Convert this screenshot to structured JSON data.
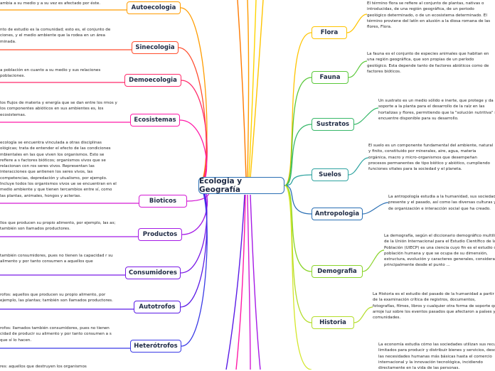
{
  "central": "Ecologia y Geografía",
  "left_topics": [
    {
      "label": "Autoecologia",
      "note": "ambia a su medio y a su vez es afectado por éste."
    },
    {
      "label": "Sinecologia",
      "note": "nto de estudio es la comunidad; esto es, el conjunto de ciones, y el medio ambiente que la rodea en un área minada."
    },
    {
      "label": "Demoecologia",
      "note": "a población en cuanto a su medio y sus relaciones poblaciones."
    },
    {
      "label": "Ecosistemas",
      "note": "los flujos de materia y energía que se dan entre los rmos y los componentes abióticos en sus ambientes es, los ecosistemas."
    },
    {
      "label": "Bioticos",
      "note": "ecología se encuentra vinculada a otras disciplinas ológicas; trata de entender el efecto de las condiciones mbientales en las que viven los organismos. Esto se refiere a s factores bióticos; organismos vivos que se relacionan con ros seres vivos. Representan las interacciones que antienen los seres vivos, las competencias, depredación y utualismo, por ejemplo. Incluye todos los organismos vivos ue se encuentran en el medio ambiente y que tienen tercambios entre sí, como las plantas, animales, hongos y acterias."
    },
    {
      "label": "Productos",
      "note": "llos que producen su propio alimento, por ejemplo, las as; también son llamados productores."
    },
    {
      "label": "Consumidores",
      "note": "también consumidores, pues no tienen la capacidad r su alimento y por tanto consumen a aquellos que"
    },
    {
      "label": "Autotrofos",
      "note": "rofos: aquellos que producen su propio alimento, por ejemplo, las plantas; también son llamados productores."
    },
    {
      "label": "Heterótrofos",
      "note": "rofos: llamados también consumidores, pues no tienen cidad de producir su alimento y por tanto consumen a s que sí lo hacen."
    },
    {
      "label": "",
      "note": "res: aquellos que destruyen los organismos"
    }
  ],
  "right_topics": [
    {
      "label": "Flora",
      "note": "El término flora se refiere al conjunto de plantas, nativas o introducidas, de una región geográfica, de un periodo geológico determinado, o de un ecosistema determinado. El término proviene del latín en alusión a la diosa romana de las flores, Flora."
    },
    {
      "label": "Fauna",
      "note": "La fauna es el conjunto de especies animales que habitan en una región geográfica, que son propias de un período geológico. Esta depende tanto de factores abióticos como de factores bióticos."
    },
    {
      "label": "Sustratos",
      "note": "Un sustrato es un medio sólido e inerte, que protege y da soporte a la planta para el desarrollo de la raíz en las hortalizas y flores, permitiendo que la \"solución nutritiva\" se encuentre disponible para su desarrollo."
    },
    {
      "label": "Suelos",
      "note": "El suelo es un componente fundamental del ambiente, natural y finito, constituido por minerales, aire, agua, materia orgánica, macro y micro-organismos que desempeñan procesos permanentes de tipo biótico y abiótico, cumpliendo funciones vitales para la sociedad y el planeta."
    },
    {
      "label": "Antropologia",
      "note": "La antropología estudia a la humanidad, sus sociedades del presente y el pasado, así como las diversas culturas y formas de organización e interacción social que ha creado."
    },
    {
      "label": "Demografia",
      "note": "La demografía, según el diccionario demográfico multilingüe de la Unión Internacional para el Estudio Científico de la Población (UIECP) es una ciencia cuyo fin es el estudio de la población humana y que se ocupa de su dimensión, estructura, evolución y caracteres generales, considerados principalmente desde el punto ..."
    },
    {
      "label": "Historia",
      "note": "La Historia es el estudio del pasado de la humanidad a partir de la examinación crítica de registros, documentos, fotografías, filmes, libros y cualquier otra forma de soporte que arroje luz sobre los eventos pasados que afectaron a países y a comunidades."
    },
    {
      "label": "",
      "note": "La economía estudia cómo las sociedades utilizan sus recursos limitados para producir y distribuir bienes y servicios, desde las necesidades humanas más básicas hasta el comercio internacional y la innovación tecnológica, incidiendo directamente en la vida de las personas."
    }
  ],
  "colors": [
    "#ffd400",
    "#ffc400",
    "#ff9c00",
    "#ff7a00",
    "#ff4d2d",
    "#ff2a6a",
    "#ff1aa8",
    "#d41ad4",
    "#a51ae6",
    "#7a1ae6",
    "#5a1ae6",
    "#3a3ae6",
    "#2a6fb4",
    "#2ea3a0",
    "#38b86a",
    "#5ac83a",
    "#8ad42a",
    "#b4dd2a",
    "#d4e62a"
  ]
}
